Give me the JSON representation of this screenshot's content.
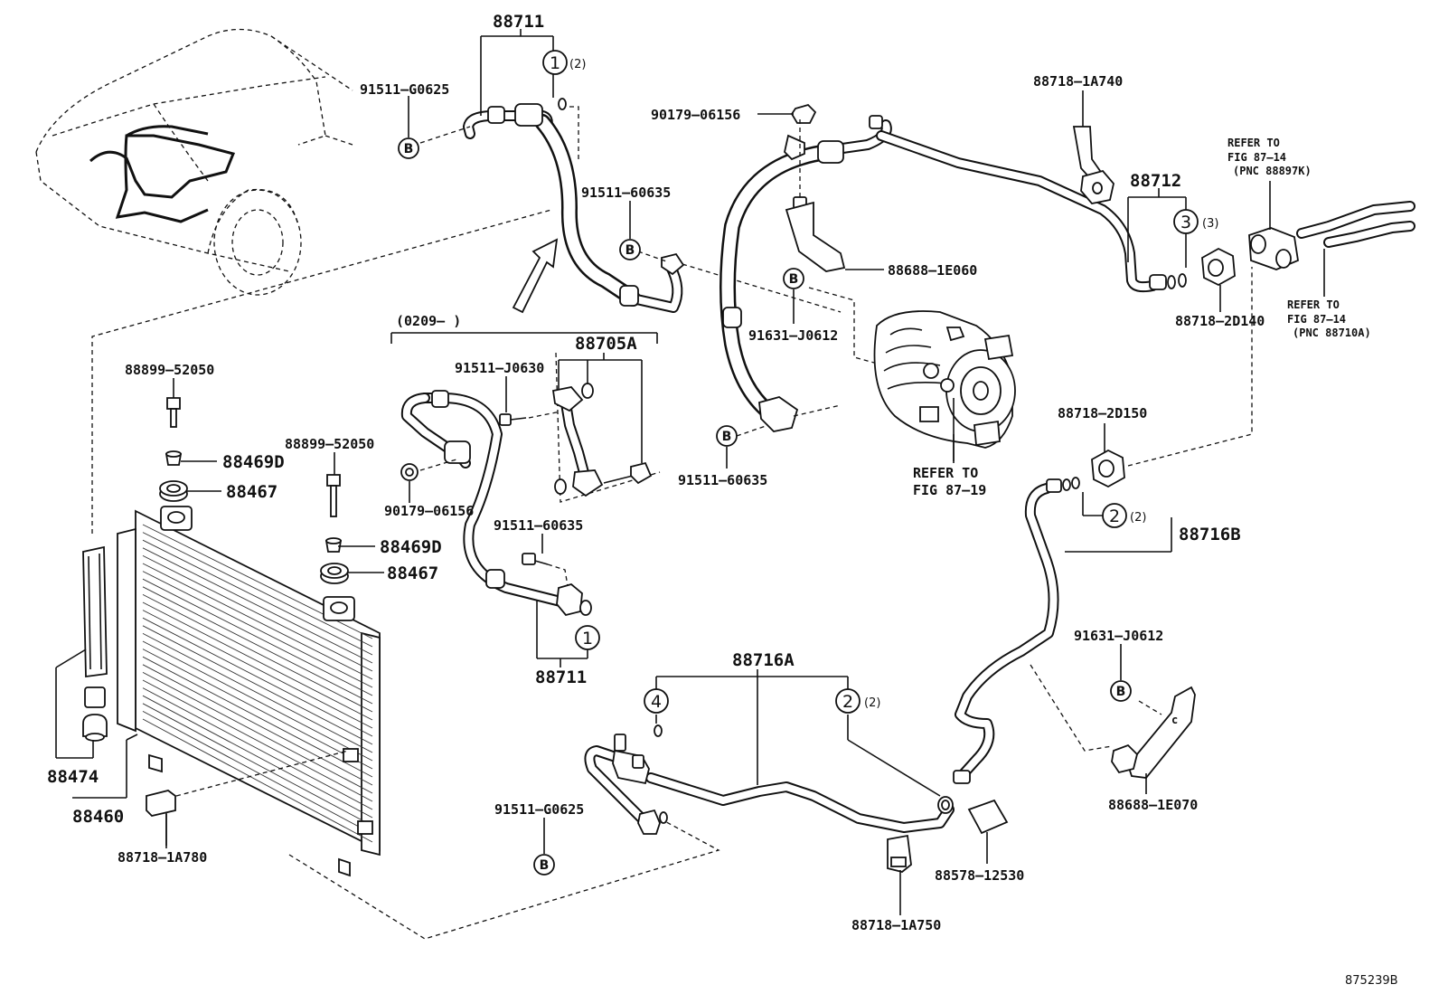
{
  "labels": {
    "p88711_top": "88711",
    "p91511_g0625_top": "91511–G0625",
    "p91511_60635_a": "91511–60635",
    "p0209": "(0209–        )",
    "p88705a": "88705A",
    "p91511_j0630": "91511–J0630",
    "p90179_06156_mid": "90179–06156",
    "p91511_60635_b": "91511–60635",
    "p88711_mid": "88711",
    "p88899_52050_a": "88899–52050",
    "p88469d_a": "88469D",
    "p88467_a": "88467",
    "p88899_52050_b": "88899–52050",
    "p88469d_b": "88469D",
    "p88467_b": "88467",
    "p88474": "88474",
    "p88460": "88460",
    "p88718_1a780": "88718–1A780",
    "p90179_06156_top": "90179–06156",
    "p88688_1e060": "88688–1E060",
    "p91631_j0612_a": "91631–J0612",
    "p91511_60635_c": "91511–60635",
    "refer_87_19_a": "REFER TO",
    "refer_87_19_b": "FIG 87–19",
    "p88718_1a740": "88718–1A740",
    "p88712": "88712",
    "p88718_2d140": "88718–2D140",
    "refer_14a_1": "REFER TO",
    "refer_14a_2": "FIG 87–14",
    "refer_14a_3": "(PNC 88897K)",
    "refer_14b_1": "REFER TO",
    "refer_14b_2": "FIG 87–14",
    "refer_14b_3": "(PNC 88710A)",
    "p88718_2d150": "88718–2D150",
    "p88716b": "88716B",
    "p91631_j0612_b": "91631–J0612",
    "p88688_1e070": "88688–1E070",
    "p88716a": "88716A",
    "p91511_g0625_bot": "91511–G0625",
    "p88578_12530": "88578–12530",
    "p88718_1a750": "88718–1A750",
    "figure_id": "875239B"
  },
  "callouts": {
    "c1": "1",
    "c2": "2",
    "c3": "3",
    "c4": "4",
    "qty2": "(2)",
    "qty3": "(3)",
    "b": "B"
  }
}
